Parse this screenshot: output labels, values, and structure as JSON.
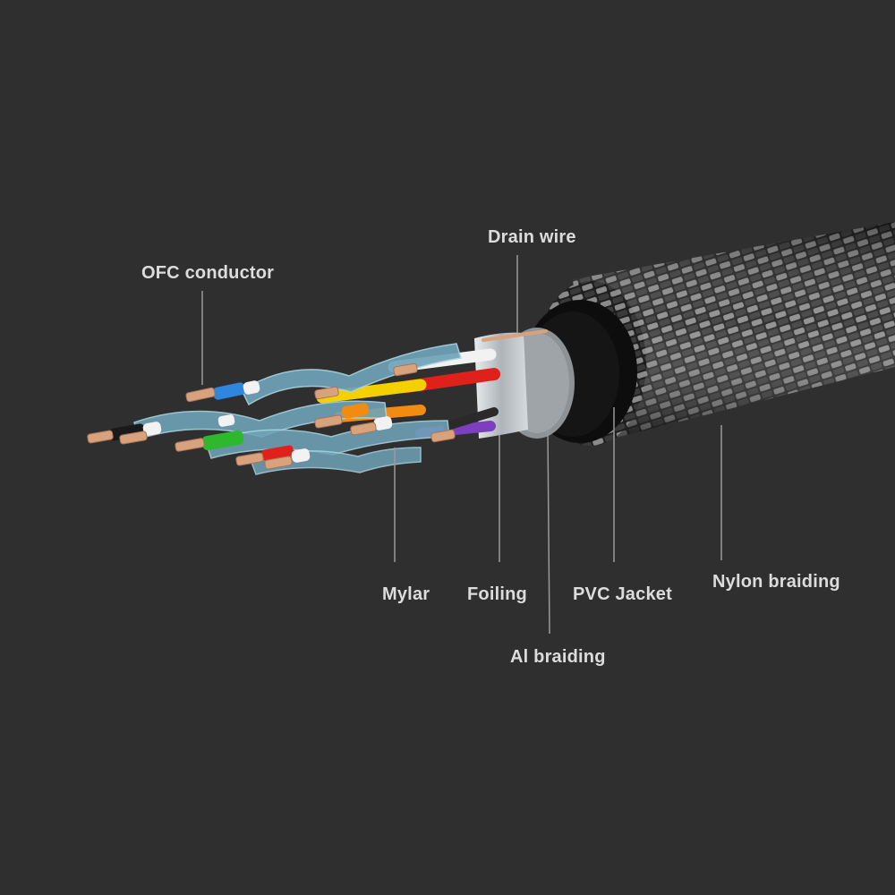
{
  "diagram": {
    "labels": {
      "ofc_conductor": "OFC conductor",
      "drain_wire": "Drain wire",
      "mylar": "Mylar",
      "foiling": "Foiling",
      "pvc_jacket": "PVC Jacket",
      "al_braiding": "Al braiding",
      "nylon_braiding": "Nylon braiding"
    },
    "colors": {
      "background": "#2f2f2f",
      "label_text": "#dcdcdc",
      "leader_line": "#9a9a9a",
      "copper": "#d8a27c",
      "mylar": "#6fa3b8",
      "foil": "#cfd3d6",
      "jacket": "#0d0d0d",
      "braid_dark": "#1e1e1e",
      "braid_light": "#8a8a8a",
      "wire_blue": "#2e86de",
      "wire_yellow": "#f4d000",
      "wire_red": "#e0201b",
      "wire_white": "#f2f2f2",
      "wire_green": "#2db82d",
      "wire_orange": "#f28c10",
      "wire_purple": "#7b3fbf"
    }
  }
}
